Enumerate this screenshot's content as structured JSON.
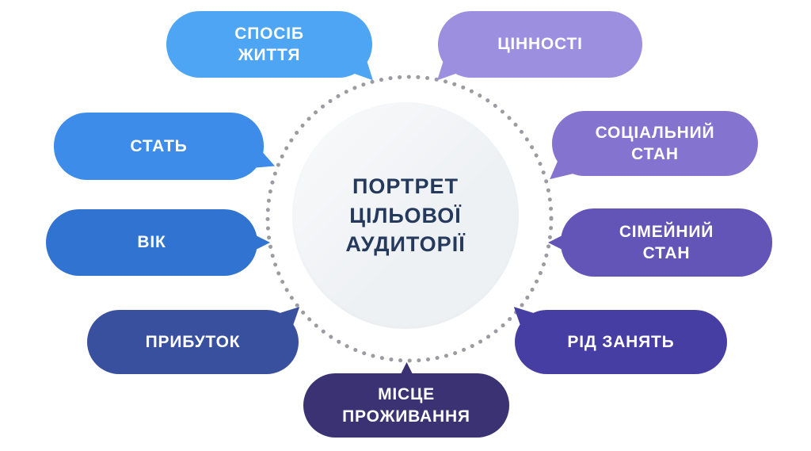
{
  "title": {
    "text": "ПОРТРЕТ\nЦІЛЬОВОЇ\nАУДИТОРІЇ",
    "color": "#24395C"
  },
  "colors": {
    "background": "#FFFFFF",
    "dots": "#9B9BA1",
    "center_circle": "#EEF1F4"
  },
  "bubbles": {
    "lifestyle": {
      "label": "СПОСІБ\nЖИТТЯ",
      "color": "#4DA5F3"
    },
    "values": {
      "label": "ЦІННОСТІ",
      "color": "#9C8FE0"
    },
    "gender": {
      "label": "СТАТЬ",
      "color": "#3D8CEA"
    },
    "social_status": {
      "label": "СОЦІАЛЬНИЙ\nСТАН",
      "color": "#8473CF"
    },
    "age": {
      "label": "ВІК",
      "color": "#3173D0"
    },
    "marital_status": {
      "label": "СІМЕЙНИЙ\nСТАН",
      "color": "#6354B7"
    },
    "income": {
      "label": "ПРИБУТОК",
      "color": "#39509F"
    },
    "occupation": {
      "label": "РІД ЗАНЯТЬ",
      "color": "#473EA3"
    },
    "residence": {
      "label": "МІСЦЕ\nПРОЖИВАННЯ",
      "color": "#3A3272"
    }
  }
}
